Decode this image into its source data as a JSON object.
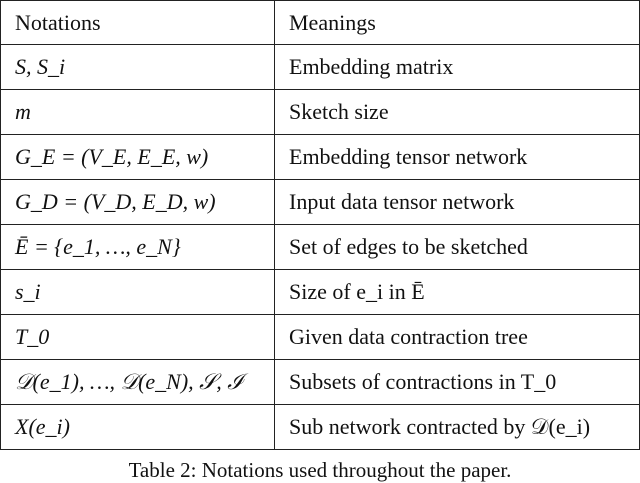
{
  "table": {
    "headers": [
      "Notations",
      "Meanings"
    ],
    "rows": [
      {
        "notation": "S, S_i",
        "meaning": "Embedding matrix"
      },
      {
        "notation": "m",
        "meaning": "Sketch size"
      },
      {
        "notation": "G_E = (V_E, E_E, w)",
        "meaning": "Embedding tensor network"
      },
      {
        "notation": "G_D = (V_D, E_D, w)",
        "meaning": "Input data tensor network"
      },
      {
        "notation": "Ē = {e_1, …, e_N}",
        "meaning": "Set of edges to be sketched"
      },
      {
        "notation": "s_i",
        "meaning": "Size of e_i in Ē"
      },
      {
        "notation": "T_0",
        "meaning": "Given data contraction tree"
      },
      {
        "notation": "𝒟(e_1), …, 𝒟(e_N), 𝒮, ℐ",
        "meaning": "Subsets of contractions in T_0"
      },
      {
        "notation": "X(e_i)",
        "meaning": "Sub network contracted by 𝒟(e_i)"
      }
    ]
  },
  "caption": "Table 2: Notations used throughout the paper."
}
